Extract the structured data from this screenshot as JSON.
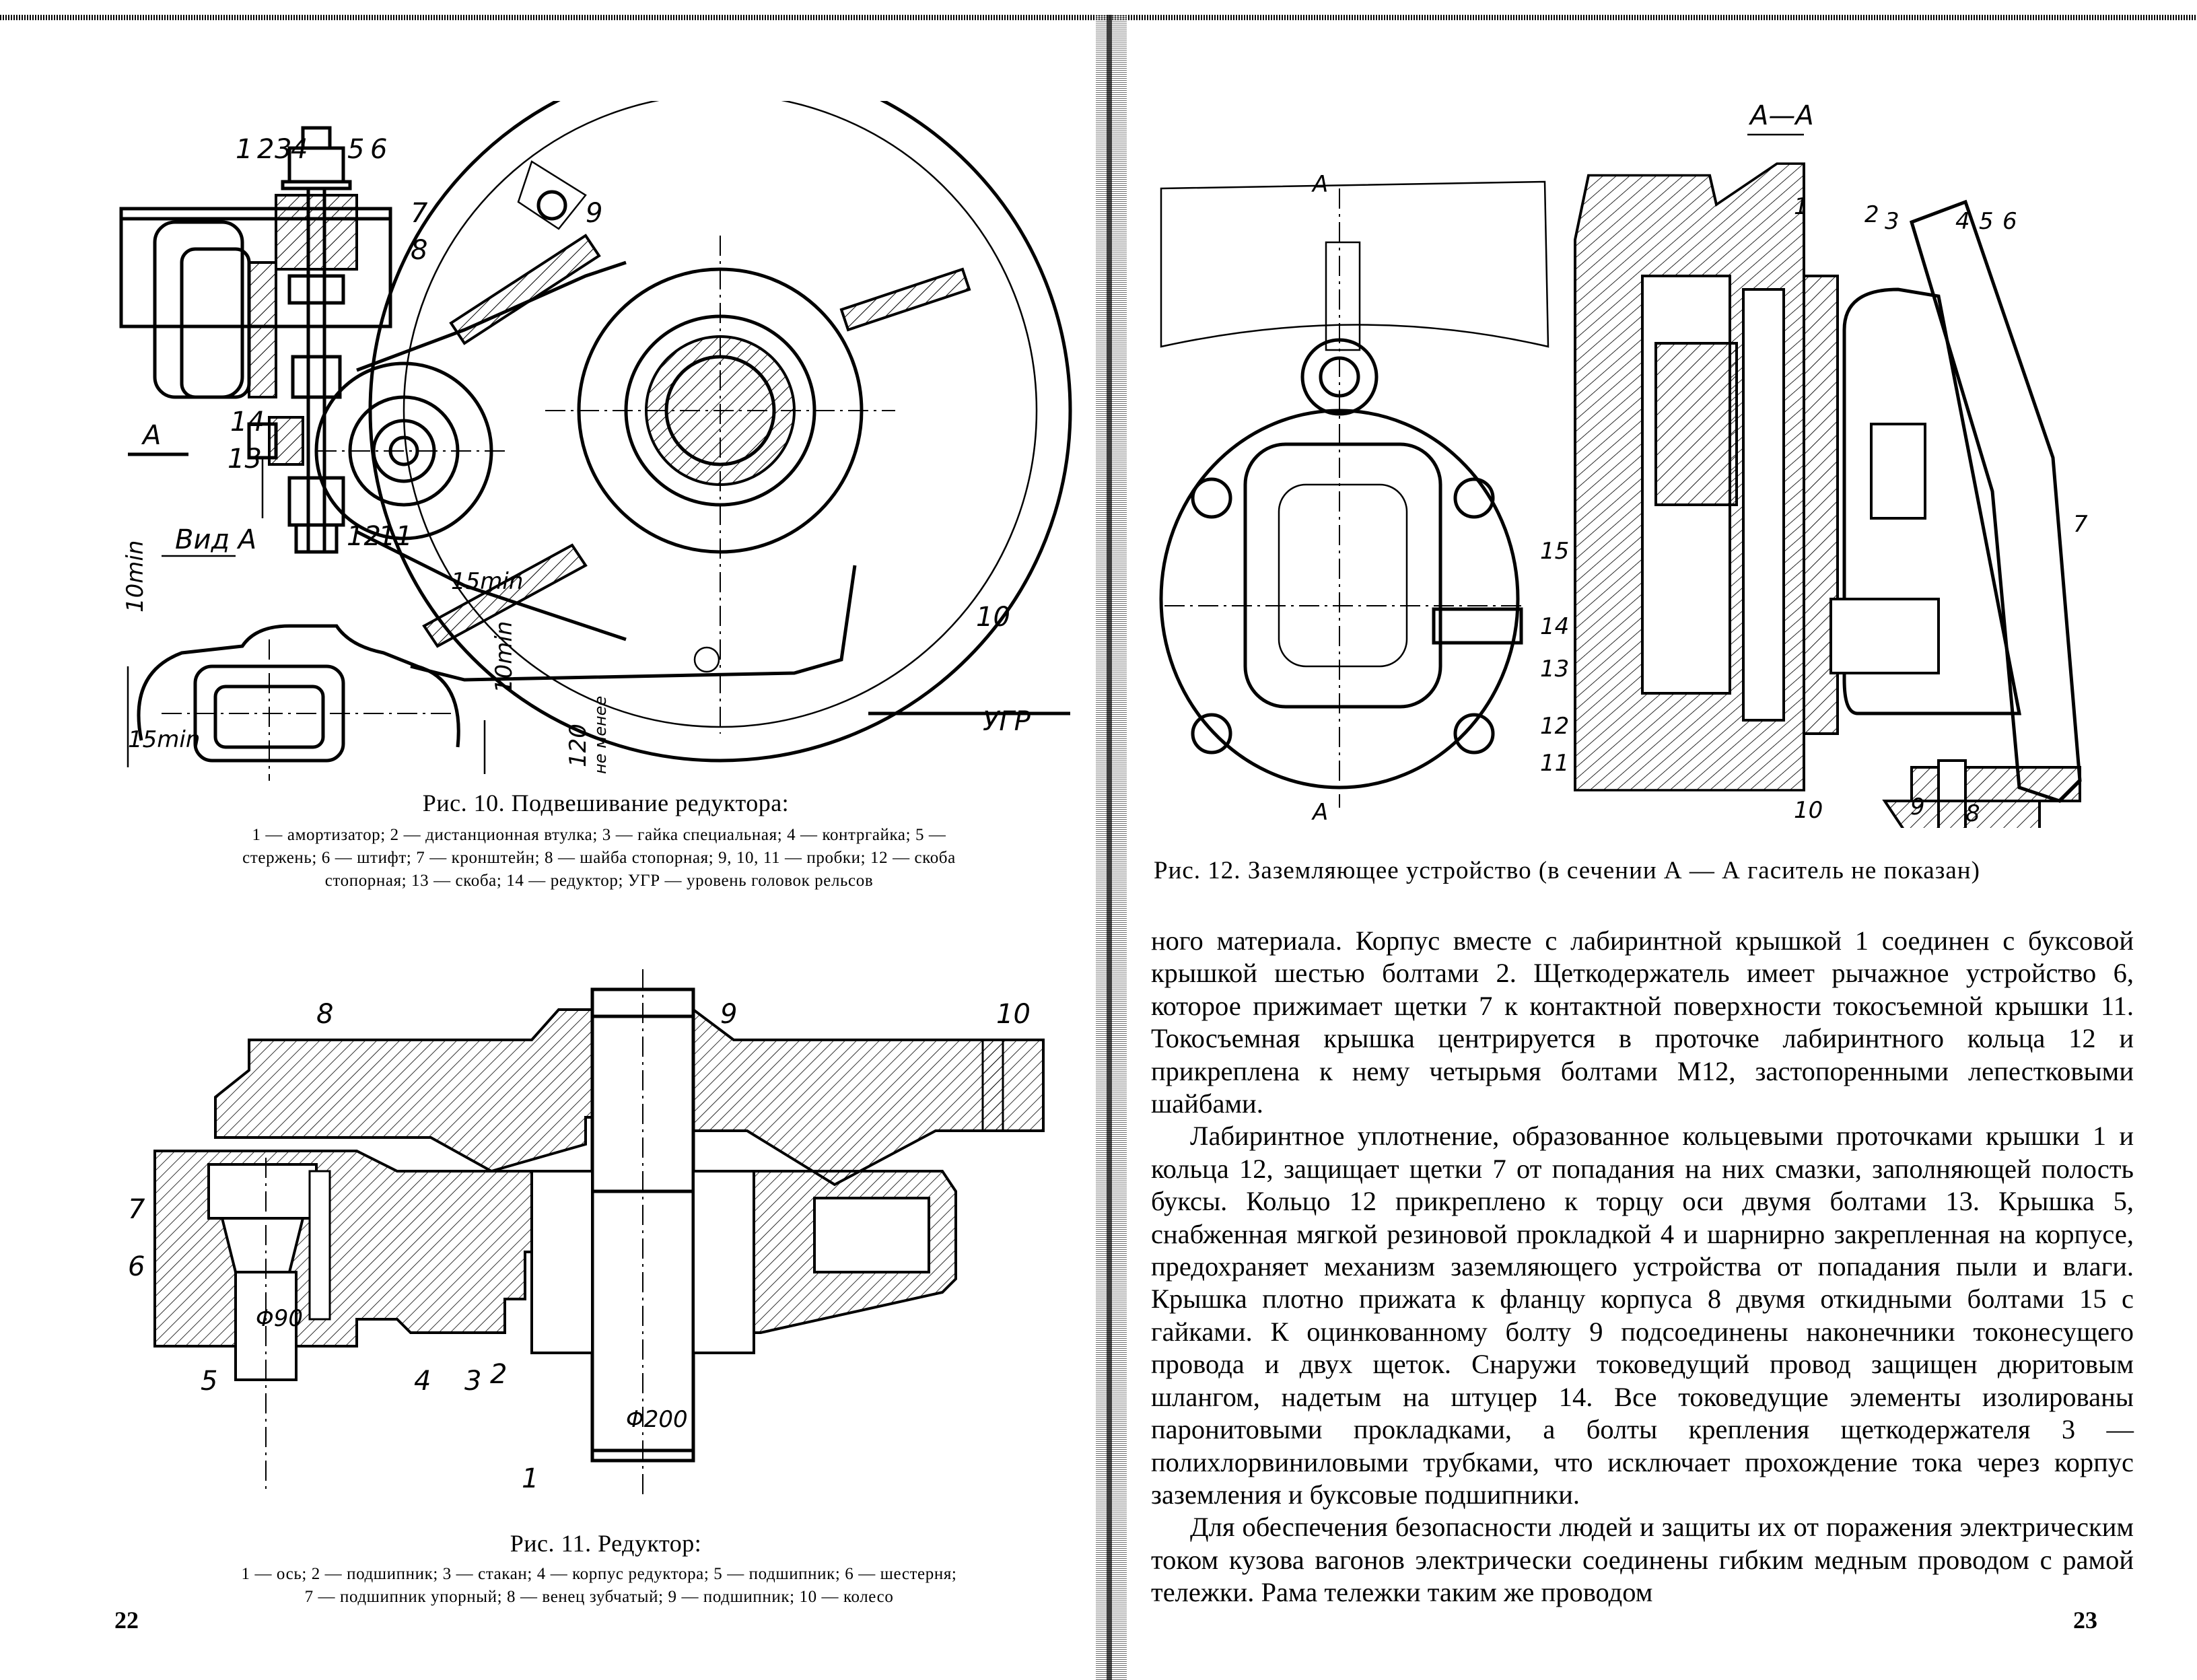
{
  "spread": {
    "left_page": {
      "page_number": "22",
      "figure_10": {
        "title": "Рис. 10. Подвешивание редуктора:",
        "legend_lines": [
          "1 — амортизатор; 2 — дистанционная втулка; 3 — гайка специальная; 4 — контргайка; 5 —",
          "стержень; 6 — штифт; 7 — кронштейн; 8 — шайба стопорная; 9, 10, 11 — пробки; 12 — скоба",
          "стопорная; 13 — скоба; 14 — редуктор; УГР — уровень головок рельсов"
        ],
        "callouts": [
          "1",
          "2",
          "3",
          "4",
          "5",
          "6",
          "7",
          "8",
          "9",
          "10",
          "11",
          "12",
          "13",
          "14"
        ],
        "view_arrow_label": "А",
        "view_label": "Вид А",
        "dimensions": {
          "top_left": "10min",
          "top_right": "15min",
          "right": "10min",
          "bottom_left": "15min",
          "clearance": "120",
          "clearance_note": "не менее"
        },
        "rail_level_label": "УГР"
      },
      "figure_11": {
        "title": "Рис. 11. Редуктор:",
        "legend_lines": [
          "1 — ось; 2 — подшипник; 3 — стакан; 4 — корпус редуктора; 5 — подшипник; 6 — шестерня;",
          "7 — подшипник упорный; 8 — венец зубчатый; 9 — подшипник; 10 — колесо"
        ],
        "callouts": [
          "1",
          "2",
          "3",
          "4",
          "5",
          "6",
          "7",
          "8",
          "9",
          "10"
        ],
        "dim_small": "Φ90",
        "dim_large": "Φ200"
      }
    },
    "right_page": {
      "page_number": "23",
      "figure_12": {
        "title": "Рис. 12. Заземляющее устройство (в сечении А — А гаситель не показан)",
        "section_label": "А—А",
        "cut_label_top": "А",
        "cut_label_bottom": "А",
        "callouts_front": [
          "15",
          "14",
          "13",
          "12",
          "11"
        ],
        "callouts_section": [
          "1",
          "2",
          "3",
          "4",
          "5",
          "6",
          "7",
          "8",
          "9",
          "10"
        ]
      },
      "body_paragraphs": [
        "ного материала. Корпус вместе с лабиринтной крышкой 1 соединен с буксовой крышкой шестью болтами 2. Щеткодержатель имеет рычажное устройство 6, которое прижимает щетки 7 к контактной поверхности токосъемной крышки 11. Токосъемная крышка центрируется в проточке лабиринтного кольца 12 и прикреплена к нему четырьмя болтами М12, застопоренными лепестковыми шайбами.",
        "Лабиринтное уплотнение, образованное кольцевыми проточками крышки 1 и кольца 12, защищает щетки 7 от попадания на них смазки, заполняющей полость буксы. Кольцо 12 прикреплено к торцу оси двумя болтами 13. Крышка 5, снабженная мягкой резиновой прокладкой 4 и шарнирно закрепленная на корпусе, предохраняет механизм заземляющего устройства от попадания пыли и влаги. Крышка плотно прижата к фланцу корпуса 8 двумя откидными болтами 15 с гайками. К оцинкованному болту 9 подсоединены наконечники токонесущего провода и двух щеток. Снаружи токоведущий провод защищен дюритовым шлангом, надетым на штуцер 14. Все токоведущие элементы изолированы паронитовыми прокладками, а болты крепления щеткодержателя 3 — полихлорвиниловыми трубками, что исключает прохождение тока через корпус заземления и буксовые подшипники.",
        "Для обеспечения безопасности людей и защиты их от поражения электрическим током кузова вагонов электрически соединены гибким медным проводом с рамой тележки. Рама тележки таким же проводом"
      ]
    }
  }
}
